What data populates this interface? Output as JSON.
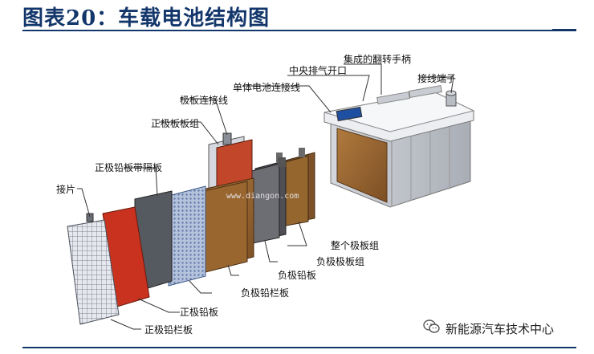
{
  "figure": {
    "title": "图表20：车载电池结构图"
  },
  "diagram": {
    "labels": {
      "handle": "集成的翻转手柄",
      "vent": "中央排气开口",
      "terminal": "接线端子",
      "cell_connector": "单体电池连接线",
      "plate_connector": "极板连接线",
      "pos_plate_group": "正极板板组",
      "pos_plate_sep": "正极铅板带隔板",
      "tab": "接片",
      "whole_group": "整个极板组",
      "neg_plate_group": "负极极板组",
      "neg_plate": "负极铅板",
      "neg_grid": "负极铅栏板",
      "pos_plate": "正极铅板",
      "pos_grid": "正极铅栏板"
    },
    "watermark": "www.diangon.com"
  },
  "credit": {
    "text": "新能源汽车技术中心",
    "icon": "wechat-icon"
  },
  "colors": {
    "title": "#13366b",
    "plate_red": "#c8321e",
    "plate_brown": "#9a6630",
    "grid_blue": "#8aa0c2"
  }
}
